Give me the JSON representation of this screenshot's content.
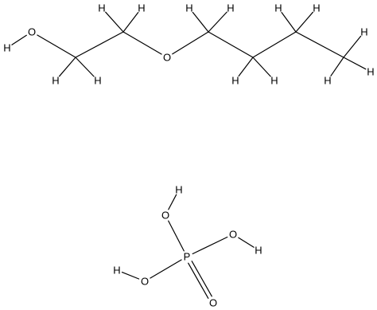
{
  "diagram": {
    "type": "structural-formula",
    "colors": {
      "bond": "#000000",
      "label": "#000000",
      "background": "#ffffff"
    },
    "molecules": [
      {
        "atoms": [
          {
            "id": "h_oh1",
            "label": "H"
          },
          {
            "id": "o1",
            "label": "O"
          },
          {
            "id": "c1",
            "label": "C"
          },
          {
            "id": "h_c1a",
            "label": "H"
          },
          {
            "id": "h_c1b",
            "label": "H"
          },
          {
            "id": "c2",
            "label": "C"
          },
          {
            "id": "h_c2a",
            "label": "H"
          },
          {
            "id": "h_c2b",
            "label": "H"
          },
          {
            "id": "o2",
            "label": "O"
          },
          {
            "id": "c3",
            "label": "C"
          },
          {
            "id": "h_c3a",
            "label": "H"
          },
          {
            "id": "h_c3b",
            "label": "H"
          },
          {
            "id": "c4",
            "label": "C"
          },
          {
            "id": "h_c4a",
            "label": "H"
          },
          {
            "id": "h_c4b",
            "label": "H"
          },
          {
            "id": "c5",
            "label": "C"
          },
          {
            "id": "h_c5a",
            "label": "H"
          },
          {
            "id": "h_c5b",
            "label": "H"
          },
          {
            "id": "c6",
            "label": "C"
          },
          {
            "id": "h_c6a",
            "label": "H"
          },
          {
            "id": "h_c6b",
            "label": "H"
          },
          {
            "id": "h_c6c",
            "label": "H"
          }
        ],
        "bonds": [
          [
            "h_oh1",
            "o1",
            1
          ],
          [
            "o1",
            "c1",
            1
          ],
          [
            "c1",
            "h_c1a",
            1
          ],
          [
            "c1",
            "h_c1b",
            1
          ],
          [
            "c1",
            "c2",
            1
          ],
          [
            "c2",
            "h_c2a",
            1
          ],
          [
            "c2",
            "h_c2b",
            1
          ],
          [
            "c2",
            "o2",
            1
          ],
          [
            "o2",
            "c3",
            1
          ],
          [
            "c3",
            "h_c3a",
            1
          ],
          [
            "c3",
            "h_c3b",
            1
          ],
          [
            "c3",
            "c4",
            1
          ],
          [
            "c4",
            "h_c4a",
            1
          ],
          [
            "c4",
            "h_c4b",
            1
          ],
          [
            "c4",
            "c5",
            1
          ],
          [
            "c5",
            "h_c5a",
            1
          ],
          [
            "c5",
            "h_c5b",
            1
          ],
          [
            "c5",
            "c6",
            1
          ],
          [
            "c6",
            "h_c6a",
            1
          ],
          [
            "c6",
            "h_c6b",
            1
          ],
          [
            "c6",
            "h_c6c",
            1
          ]
        ]
      },
      {
        "atoms": [
          {
            "id": "p",
            "label": "P"
          },
          {
            "id": "o_top",
            "label": "O"
          },
          {
            "id": "h_top",
            "label": "H"
          },
          {
            "id": "o_right",
            "label": "O"
          },
          {
            "id": "h_right",
            "label": "H"
          },
          {
            "id": "o_left",
            "label": "O"
          },
          {
            "id": "h_left",
            "label": "H"
          },
          {
            "id": "o_dbl",
            "label": "O"
          }
        ],
        "bonds": [
          [
            "p",
            "o_top",
            1
          ],
          [
            "o_top",
            "h_top",
            1
          ],
          [
            "p",
            "o_right",
            1
          ],
          [
            "o_right",
            "h_right",
            1
          ],
          [
            "p",
            "o_left",
            1
          ],
          [
            "o_left",
            "h_left",
            1
          ],
          [
            "p",
            "o_dbl",
            2
          ]
        ]
      }
    ]
  }
}
